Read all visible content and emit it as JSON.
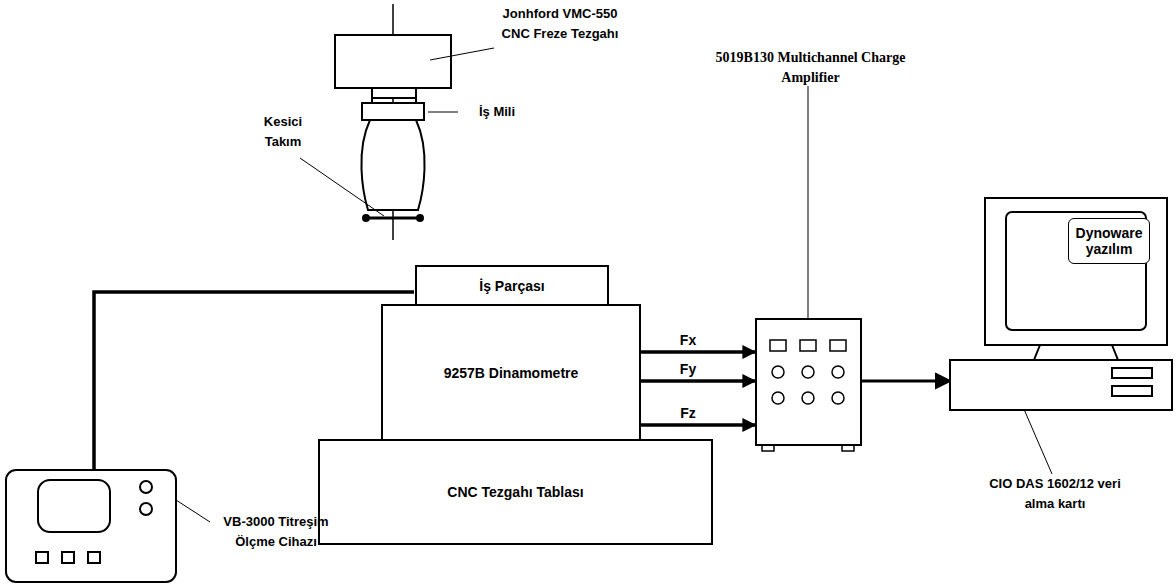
{
  "diagram": {
    "nodes": [
      {
        "text": [
          "İş Parçası"
        ]
      },
      {
        "text": [
          "9257B Dinamometre"
        ]
      },
      {
        "text": [
          "CNC Tezgahı Tablası"
        ]
      },
      {
        "text": [
          "5019B130 Multichannel Charge Amplifier"
        ]
      },
      {
        "text": [
          "Dynoware yazılım"
        ]
      }
    ],
    "edges": [
      {
        "from": 1,
        "to": 3,
        "label": "Fx",
        "arrow": "to"
      },
      {
        "from": 1,
        "to": 3,
        "label": "Fy",
        "arrow": "to"
      },
      {
        "from": 1,
        "to": 3,
        "label": "Fz",
        "arrow": "to"
      }
    ],
    "labels": [
      "Jonhford VMC-550 CNC Freze Tezgahı",
      "İş Mili",
      "Kesici Takım",
      "VB-3000 Titreşim Ölçme Cihazı",
      "CIO DAS 1602/12 veri alma kartı"
    ]
  }
}
